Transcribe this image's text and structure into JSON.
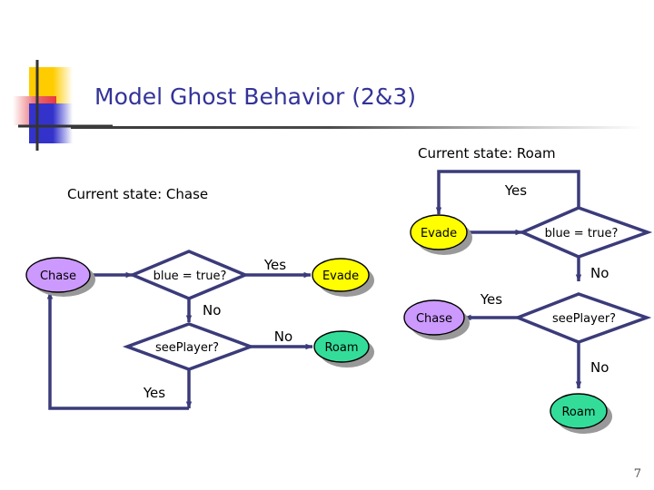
{
  "slide": {
    "title": "Model Ghost Behavior (2&3)",
    "page_number": "7",
    "title_color": "#333399",
    "decoration": {
      "yellow": "#FFCC00",
      "red": "#E8383D",
      "blue": "#3333CC",
      "cross": "#333333"
    }
  },
  "palette": {
    "connector": "#3B3B7A",
    "chase_fill": "#CC99FF",
    "evade_fill": "#FFFF00",
    "roam_fill": "#33DD99",
    "shadow": "#999999",
    "outline": "#000000"
  },
  "diagrams": [
    {
      "id": "chase-diagram",
      "caption": "Current state: Chase",
      "nodes": [
        {
          "id": "chase-start",
          "label": "Chase",
          "shape": "ellipse",
          "color": "#CC99FF"
        },
        {
          "id": "blue-decision",
          "label": "blue = true?",
          "shape": "diamond"
        },
        {
          "id": "evade-out",
          "label": "Evade",
          "shape": "ellipse",
          "color": "#FFFF00"
        },
        {
          "id": "seeplayer-decision",
          "label": "seePlayer?",
          "shape": "diamond"
        },
        {
          "id": "roam-out",
          "label": "Roam",
          "shape": "ellipse",
          "color": "#33DD99"
        }
      ],
      "edges": [
        {
          "from": "chase-start",
          "to": "blue-decision",
          "label": ""
        },
        {
          "from": "blue-decision",
          "to": "evade-out",
          "label": "Yes"
        },
        {
          "from": "blue-decision",
          "to": "seeplayer-decision",
          "label": "No"
        },
        {
          "from": "seeplayer-decision",
          "to": "roam-out",
          "label": "No"
        },
        {
          "from": "seeplayer-decision",
          "to": "chase-start",
          "label": "Yes"
        }
      ]
    },
    {
      "id": "roam-diagram",
      "caption": "Current state: Roam",
      "nodes": [
        {
          "id": "evade-out-2",
          "label": "Evade",
          "shape": "ellipse",
          "color": "#FFFF00"
        },
        {
          "id": "blue-decision-2",
          "label": "blue = true?",
          "shape": "diamond"
        },
        {
          "id": "chase-out-2",
          "label": "Chase",
          "shape": "ellipse",
          "color": "#CC99FF"
        },
        {
          "id": "seeplayer-decision-2",
          "label": "seePlayer?",
          "shape": "diamond"
        },
        {
          "id": "roam-out-2",
          "label": "Roam",
          "shape": "ellipse",
          "color": "#33DD99"
        }
      ],
      "edges": [
        {
          "from": "blue-decision-2",
          "to": "evade-out-2",
          "label": "Yes"
        },
        {
          "from": "blue-decision-2",
          "to": "seeplayer-decision-2",
          "label": "No"
        },
        {
          "from": "seeplayer-decision-2",
          "to": "chase-out-2",
          "label": "Yes"
        },
        {
          "from": "seeplayer-decision-2",
          "to": "roam-out-2",
          "label": "No"
        }
      ]
    }
  ],
  "labels": {
    "left": {
      "chase": "Chase",
      "blue_true": "blue = true?",
      "yes_top": "Yes",
      "evade": "Evade",
      "no_mid": "No",
      "seeplayer": "seePlayer?",
      "no_right": "No",
      "roam": "Roam",
      "yes_bottom": "Yes"
    },
    "right": {
      "yes_top": "Yes",
      "evade": "Evade",
      "blue_true": "blue = true?",
      "no_mid": "No",
      "chase": "Chase",
      "yes_mid": "Yes",
      "seeplayer": "seePlayer?",
      "no_bottom": "No",
      "roam": "Roam"
    }
  }
}
